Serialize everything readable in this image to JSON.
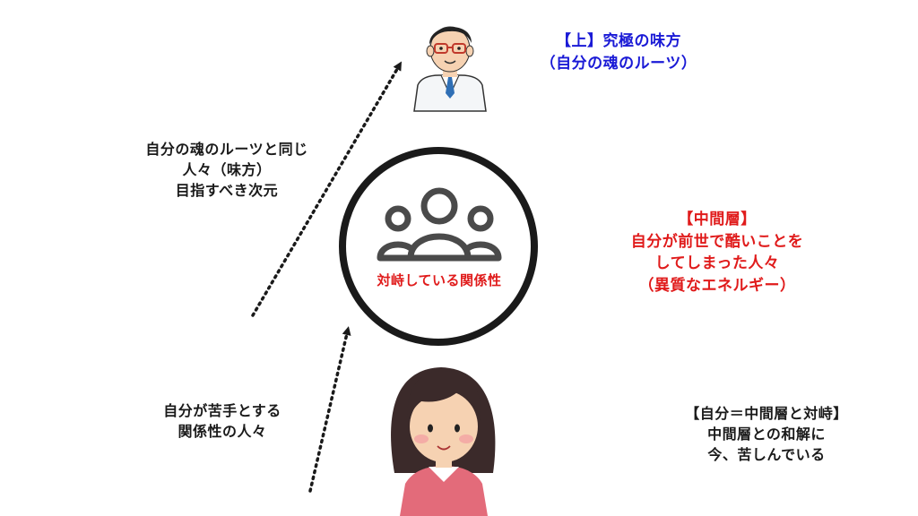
{
  "colors": {
    "blue": "#1a1ad6",
    "red": "#e01b1b",
    "black": "#1a1a1a",
    "circle_stroke": "#1a1a1a",
    "people_icon": "#4a4a4a"
  },
  "top_right": {
    "line1": "【上】究極の味方",
    "line2": "（自分の魂のルーツ）"
  },
  "left_upper": {
    "line1": "自分の魂のルーツと同じ",
    "line2": "人々（味方）",
    "line3": "目指すべき次元"
  },
  "middle_right": {
    "line1": "【中間層】",
    "line2": "自分が前世で酷いことを",
    "line3": "してしまった人々",
    "line4": "（異質なエネルギー）"
  },
  "circle": {
    "text": "対峙している関係性"
  },
  "left_lower": {
    "line1": "自分が苦手とする",
    "line2": "関係性の人々"
  },
  "bottom_right": {
    "line1": "【自分＝中間層と対峙】",
    "line2": "中間層との和解に",
    "line3": "今、苦しんでいる"
  },
  "icons": {
    "top": "doctor-icon",
    "center": "people-group-icon",
    "bottom": "woman-icon"
  }
}
